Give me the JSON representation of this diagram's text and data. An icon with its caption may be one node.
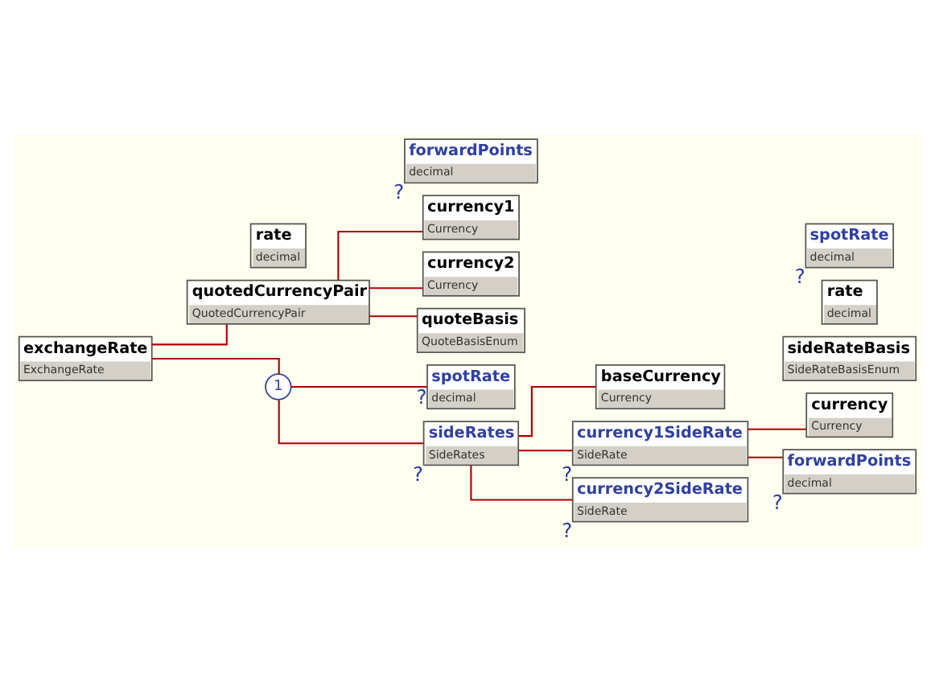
{
  "diagram": {
    "nodes": [
      {
        "text": [
          "exchangeRate",
          "ExchangeRate"
        ]
      },
      {
        "text": [
          "quotedCurrencyPair",
          "QuotedCurrencyPair"
        ]
      },
      {
        "text": [
          "currency1",
          "Currency"
        ]
      },
      {
        "text": [
          "currency2",
          "Currency"
        ]
      },
      {
        "text": [
          "quoteBasis",
          "QuoteBasisEnum"
        ]
      },
      {
        "text": [
          "rate",
          "decimal"
        ]
      },
      {
        "text": [
          "1"
        ]
      },
      {
        "text": [
          "spotRate",
          "decimal"
        ],
        "beside": [
          "?"
        ]
      },
      {
        "text": [
          "forwardPoints",
          "decimal"
        ],
        "beside": [
          "?"
        ]
      },
      {
        "text": [
          "sideRates",
          "SideRates"
        ],
        "beside": [
          "?"
        ]
      },
      {
        "text": [
          "baseCurrency",
          "Currency"
        ]
      },
      {
        "text": [
          "currency1SideRate",
          "SideRate"
        ],
        "beside": [
          "?"
        ]
      },
      {
        "text": [
          "currency",
          "Currency"
        ]
      },
      {
        "text": [
          "sideRateBasis",
          "SideRateBasisEnum"
        ]
      },
      {
        "text": [
          "rate",
          "decimal"
        ]
      },
      {
        "text": [
          "spotRate",
          "decimal"
        ],
        "beside": [
          "?"
        ]
      },
      {
        "text": [
          "forwardPoints",
          "decimal"
        ],
        "beside": [
          "?"
        ]
      },
      {
        "text": [
          "currency2SideRate",
          "SideRate"
        ],
        "beside": [
          "?"
        ]
      }
    ],
    "edges": [
      {
        "from": 0,
        "to": 1,
        "arrow": "none"
      },
      {
        "from": 0,
        "to": 6,
        "arrow": "none"
      },
      {
        "from": 1,
        "to": 2,
        "arrow": "none"
      },
      {
        "from": 1,
        "to": 3,
        "arrow": "none"
      },
      {
        "from": 1,
        "to": 4,
        "arrow": "none"
      },
      {
        "from": 6,
        "to": 7,
        "arrow": "none"
      },
      {
        "from": 6,
        "to": 9,
        "arrow": "none"
      },
      {
        "from": 9,
        "to": 10,
        "arrow": "none"
      },
      {
        "from": 9,
        "to": 11,
        "arrow": "none"
      },
      {
        "from": 9,
        "to": 17,
        "arrow": "none"
      },
      {
        "from": 11,
        "to": 12,
        "arrow": "none"
      },
      {
        "from": 11,
        "to": 16,
        "arrow": "none"
      }
    ]
  }
}
